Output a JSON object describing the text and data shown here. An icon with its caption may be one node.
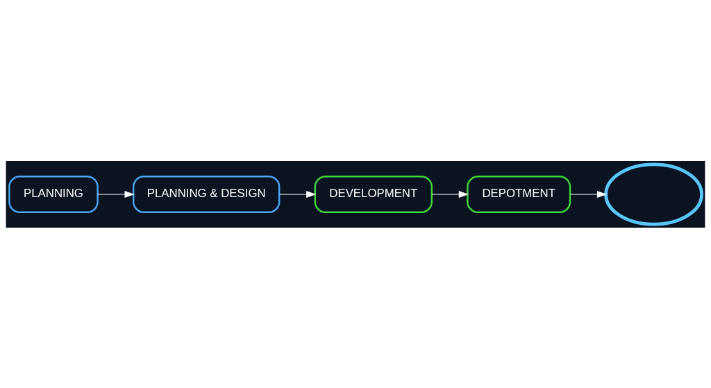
{
  "diagram": {
    "nodes": [
      {
        "text": [
          "PLANNING"
        ]
      },
      {
        "text": [
          "PLANNING & DESIGN"
        ]
      },
      {
        "text": [
          "DEVELOPMENT"
        ]
      },
      {
        "text": [
          "DEPOTMENT"
        ]
      },
      {
        "text": [],
        "shape": "cloud"
      }
    ],
    "edges": [
      {
        "from": 0,
        "to": 1,
        "arrow": "to"
      },
      {
        "from": 1,
        "to": 2,
        "arrow": "to"
      },
      {
        "from": 2,
        "to": 3,
        "arrow": "to"
      },
      {
        "from": 3,
        "to": 4,
        "arrow": "to"
      }
    ]
  }
}
